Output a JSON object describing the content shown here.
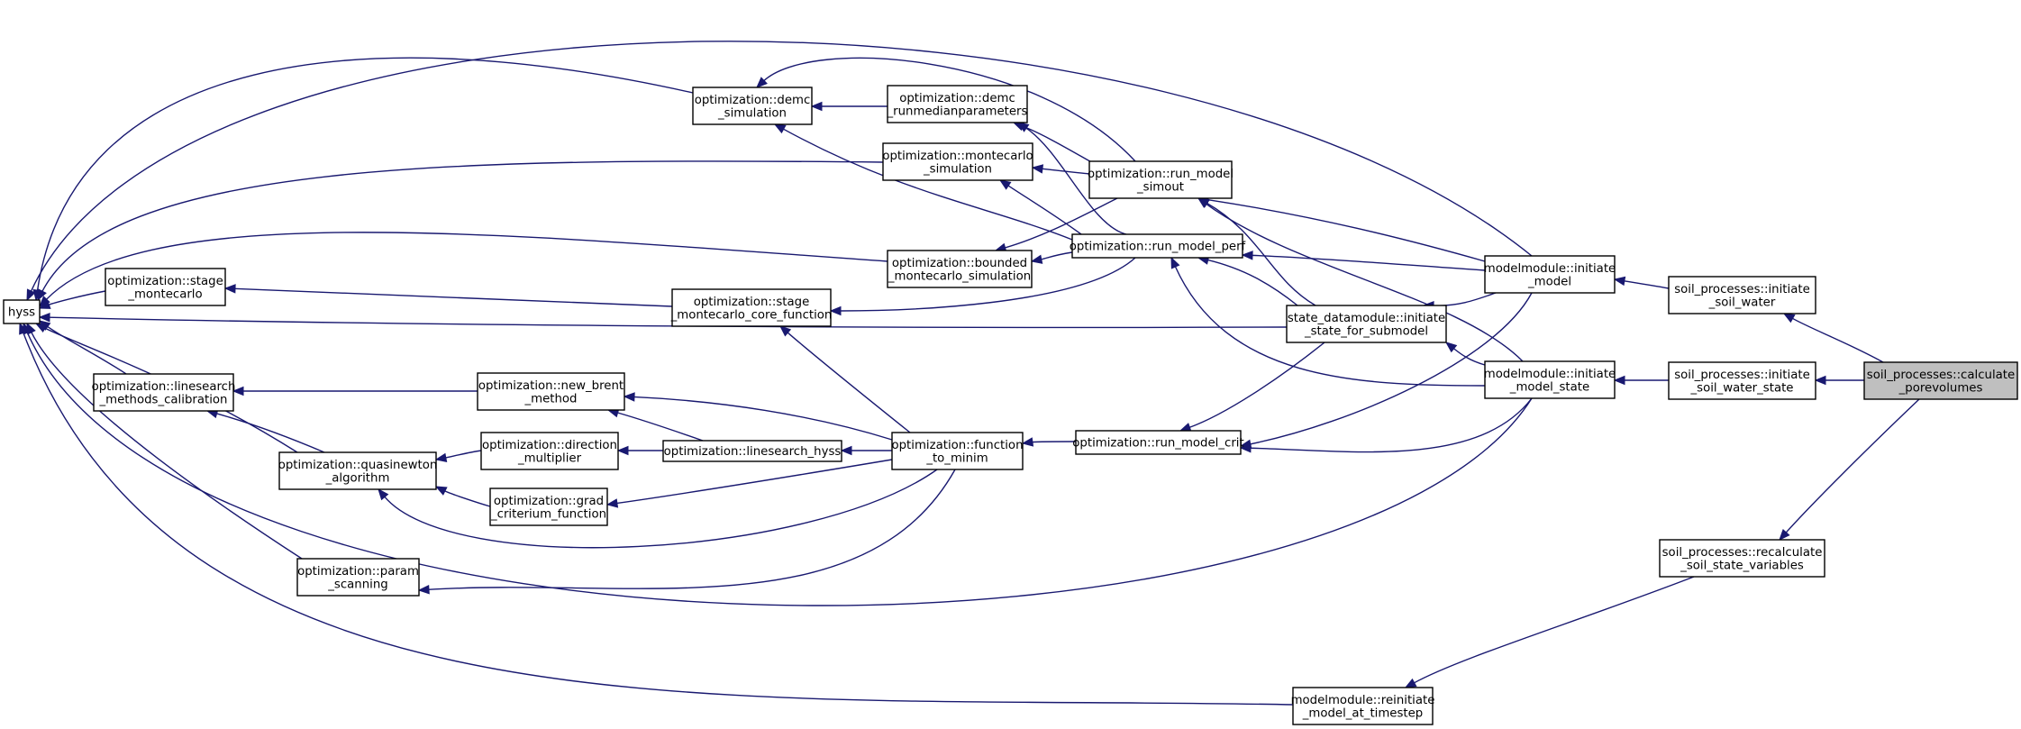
{
  "graph": {
    "nodes": [
      {
        "id": "hyss",
        "lines": [
          "hyss"
        ]
      },
      {
        "id": "demc_simulation",
        "lines": [
          "optimization::demc",
          "_simulation"
        ]
      },
      {
        "id": "demc_runmedian",
        "lines": [
          "optimization::demc",
          "_runmedianparameters"
        ]
      },
      {
        "id": "montecarlo_simulation",
        "lines": [
          "optimization::montecarlo",
          "_simulation"
        ]
      },
      {
        "id": "run_model_simout",
        "lines": [
          "optimization::run_model",
          "_simout"
        ]
      },
      {
        "id": "run_model_perf",
        "lines": [
          "optimization::run_model_perf"
        ]
      },
      {
        "id": "bounded_montecarlo",
        "lines": [
          "optimization::bounded",
          "_montecarlo_simulation"
        ]
      },
      {
        "id": "stage_montecarlo",
        "lines": [
          "optimization::stage",
          "_montecarlo"
        ]
      },
      {
        "id": "stage_montecarlo_core",
        "lines": [
          "optimization::stage",
          "_montecarlo_core_function"
        ]
      },
      {
        "id": "initiate_state_for_submodel",
        "lines": [
          "state_datamodule::initiate",
          "_state_for_submodel"
        ]
      },
      {
        "id": "initiate_model",
        "lines": [
          "modelmodule::initiate",
          "_model"
        ]
      },
      {
        "id": "initiate_soil_water",
        "lines": [
          "soil_processes::initiate",
          "_soil_water"
        ]
      },
      {
        "id": "calculate_porevolumes",
        "lines": [
          "soil_processes::calculate",
          "_porevolumes"
        ],
        "root": true
      },
      {
        "id": "initiate_model_state",
        "lines": [
          "modelmodule::initiate",
          "_model_state"
        ]
      },
      {
        "id": "initiate_soil_water_state",
        "lines": [
          "soil_processes::initiate",
          "_soil_water_state"
        ]
      },
      {
        "id": "linesearch_methods_calibration",
        "lines": [
          "optimization::linesearch",
          "_methods_calibration"
        ]
      },
      {
        "id": "new_brent_method",
        "lines": [
          "optimization::new_brent",
          "_method"
        ]
      },
      {
        "id": "quasinewton_algorithm",
        "lines": [
          "optimization::quasinewton",
          "_algorithm"
        ]
      },
      {
        "id": "direction_multiplier",
        "lines": [
          "optimization::direction",
          "_multiplier"
        ]
      },
      {
        "id": "linesearch_hyss",
        "lines": [
          "optimization::linesearch_hyss"
        ]
      },
      {
        "id": "function_to_minim",
        "lines": [
          "optimization::function",
          "_to_minim"
        ]
      },
      {
        "id": "run_model_crit",
        "lines": [
          "optimization::run_model_crit"
        ]
      },
      {
        "id": "grad_criterium_function",
        "lines": [
          "optimization::grad",
          "_criterium_function"
        ]
      },
      {
        "id": "param_scanning",
        "lines": [
          "optimization::param",
          "_scanning"
        ]
      },
      {
        "id": "recalculate_soil_state_variables",
        "lines": [
          "soil_processes::recalculate",
          "_soil_state_variables"
        ]
      },
      {
        "id": "reinitiate_model_at_timestep",
        "lines": [
          "modelmodule::reinitiate",
          "_model_at_timestep"
        ]
      }
    ],
    "edges": [
      [
        "demc_simulation",
        "hyss"
      ],
      [
        "montecarlo_simulation",
        "hyss"
      ],
      [
        "bounded_montecarlo",
        "hyss"
      ],
      [
        "stage_montecarlo",
        "hyss"
      ],
      [
        "linesearch_methods_calibration",
        "hyss"
      ],
      [
        "quasinewton_algorithm",
        "hyss"
      ],
      [
        "param_scanning",
        "hyss"
      ],
      [
        "initiate_model",
        "hyss"
      ],
      [
        "initiate_state_for_submodel",
        "hyss"
      ],
      [
        "initiate_model_state",
        "hyss"
      ],
      [
        "reinitiate_model_at_timestep",
        "hyss"
      ],
      [
        "demc_runmedian",
        "demc_simulation"
      ],
      [
        "run_model_simout",
        "demc_simulation"
      ],
      [
        "run_model_simout",
        "demc_runmedian"
      ],
      [
        "run_model_simout",
        "montecarlo_simulation"
      ],
      [
        "run_model_perf",
        "demc_simulation"
      ],
      [
        "run_model_perf",
        "montecarlo_simulation"
      ],
      [
        "run_model_perf",
        "bounded_montecarlo"
      ],
      [
        "run_model_perf",
        "stage_montecarlo_core"
      ],
      [
        "run_model_perf",
        "demc_runmedian"
      ],
      [
        "run_model_simout",
        "bounded_montecarlo"
      ],
      [
        "stage_montecarlo_core",
        "stage_montecarlo"
      ],
      [
        "initiate_state_for_submodel",
        "run_model_perf"
      ],
      [
        "initiate_state_for_submodel",
        "run_model_simout"
      ],
      [
        "initiate_state_for_submodel",
        "run_model_crit"
      ],
      [
        "initiate_model",
        "run_model_simout"
      ],
      [
        "initiate_model",
        "run_model_perf"
      ],
      [
        "initiate_model",
        "initiate_state_for_submodel"
      ],
      [
        "initiate_model",
        "run_model_crit"
      ],
      [
        "initiate_model_state",
        "run_model_simout"
      ],
      [
        "initiate_model_state",
        "run_model_perf"
      ],
      [
        "initiate_model_state",
        "initiate_state_for_submodel"
      ],
      [
        "initiate_model_state",
        "run_model_crit"
      ],
      [
        "initiate_soil_water",
        "initiate_model"
      ],
      [
        "initiate_soil_water_state",
        "initiate_model_state"
      ],
      [
        "calculate_porevolumes",
        "initiate_soil_water"
      ],
      [
        "calculate_porevolumes",
        "initiate_soil_water_state"
      ],
      [
        "calculate_porevolumes",
        "recalculate_soil_state_variables"
      ],
      [
        "recalculate_soil_state_variables",
        "reinitiate_model_at_timestep"
      ],
      [
        "new_brent_method",
        "linesearch_methods_calibration"
      ],
      [
        "direction_multiplier",
        "quasinewton_algorithm"
      ],
      [
        "grad_criterium_function",
        "quasinewton_algorithm"
      ],
      [
        "linesearch_hyss",
        "direction_multiplier"
      ],
      [
        "linesearch_hyss",
        "new_brent_method"
      ],
      [
        "quasinewton_algorithm",
        "linesearch_methods_calibration"
      ],
      [
        "function_to_minim",
        "linesearch_hyss"
      ],
      [
        "function_to_minim",
        "new_brent_method"
      ],
      [
        "function_to_minim",
        "grad_criterium_function"
      ],
      [
        "function_to_minim",
        "quasinewton_algorithm"
      ],
      [
        "function_to_minim",
        "param_scanning"
      ],
      [
        "function_to_minim",
        "stage_montecarlo_core"
      ],
      [
        "run_model_crit",
        "function_to_minim"
      ]
    ]
  }
}
